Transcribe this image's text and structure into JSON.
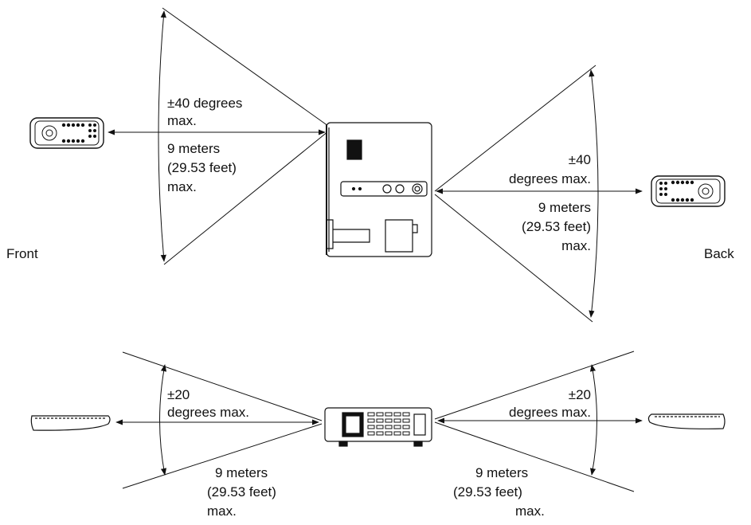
{
  "labels": {
    "front": "Front",
    "back": "Back",
    "top_front_angle_1": "±40 degrees",
    "top_front_angle_2": "max.",
    "top_front_dist_1": "9 meters",
    "top_front_dist_2": "(29.53 feet)",
    "top_front_dist_3": "max.",
    "top_back_angle_1": "±40",
    "top_back_angle_2": "degrees max.",
    "top_back_dist_1": "9 meters",
    "top_back_dist_2": "(29.53 feet)",
    "top_back_dist_3": "max.",
    "side_front_angle_1": "±20",
    "side_front_angle_2": "degrees max.",
    "side_front_dist_1": "9 meters",
    "side_front_dist_2": "(29.53 feet)",
    "side_front_dist_3": "max.",
    "side_back_angle_1": "±20",
    "side_back_angle_2": "degrees max.",
    "side_back_dist_1": "9 meters",
    "side_back_dist_2": "(29.53 feet)",
    "side_back_dist_3": "max."
  }
}
